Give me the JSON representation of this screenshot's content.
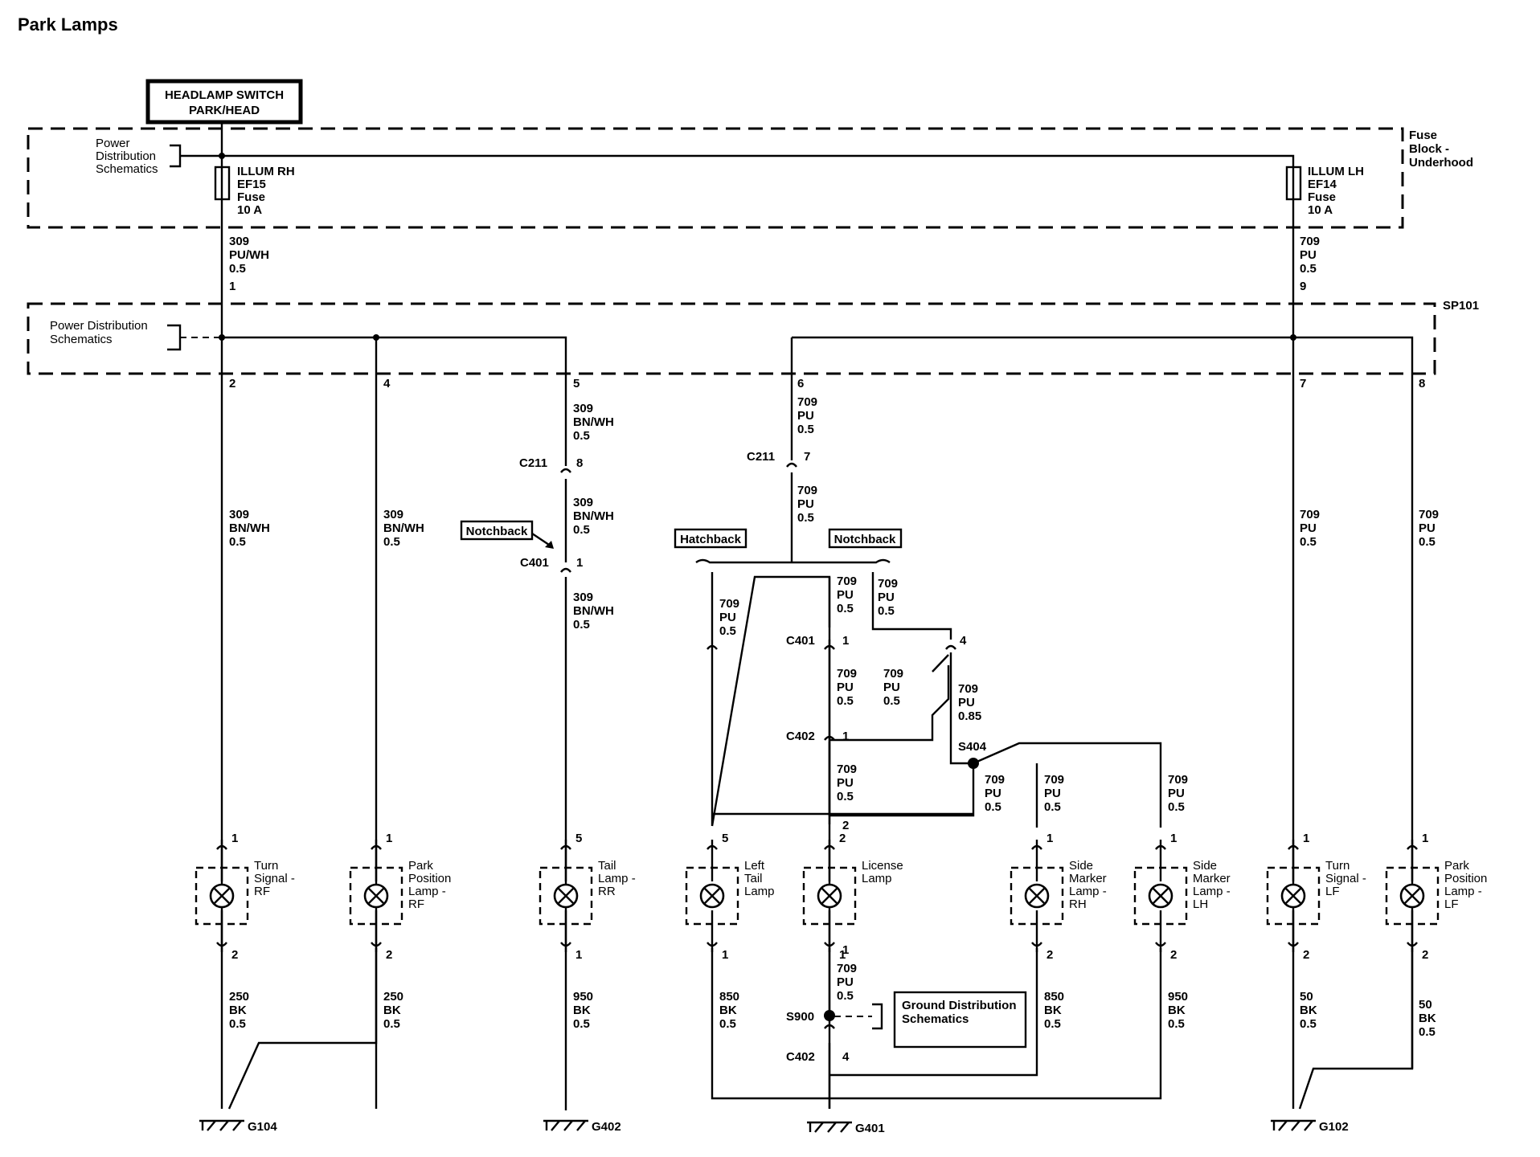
{
  "title": "Park Lamps",
  "headlamp_switch": [
    "HEADLAMP SWITCH",
    "PARK/HEAD"
  ],
  "fuse_block_label": [
    "Fuse",
    "Block -",
    "Underhood"
  ],
  "power_dist_top": [
    "Power",
    "Distribution",
    "Schematics"
  ],
  "power_dist_mid": [
    "Power Distribution",
    "Schematics"
  ],
  "splice_pack": "SP101",
  "ground_dist": [
    "Ground Distribution",
    "Schematics"
  ],
  "fuses": [
    {
      "id": "fuse-rh",
      "lines": [
        "ILLUM RH",
        "EF15",
        "Fuse",
        "10 A"
      ]
    },
    {
      "id": "fuse-lh",
      "lines": [
        "ILLUM LH",
        "EF14",
        "Fuse",
        "10 A"
      ]
    }
  ],
  "option_labels": {
    "notchback_left": "Notchback",
    "hatchback": "Hatchback",
    "notchback_right": "Notchback"
  },
  "splice_labels": {
    "s404": "S404",
    "s900": "S900"
  },
  "connector_labels": [
    {
      "text": "C211"
    },
    {
      "text": "C401"
    },
    {
      "text": "C211"
    },
    {
      "text": "C401"
    },
    {
      "text": "C402"
    },
    {
      "text": "C402"
    }
  ],
  "pin_labels": [
    {
      "text": "1"
    },
    {
      "text": "9"
    },
    {
      "text": "2"
    },
    {
      "text": "4"
    },
    {
      "text": "5"
    },
    {
      "text": "6"
    },
    {
      "text": "7"
    },
    {
      "text": "8"
    },
    {
      "text": "8"
    },
    {
      "text": "1"
    },
    {
      "text": "7"
    },
    {
      "text": "1"
    },
    {
      "text": "4"
    },
    {
      "text": "1"
    },
    {
      "text": "2"
    },
    {
      "text": "1"
    },
    {
      "text": "4"
    }
  ],
  "wire_labels": [
    {
      "lines": [
        "309",
        "PU/WH",
        "0.5"
      ]
    },
    {
      "lines": [
        "709",
        "PU",
        "0.5"
      ]
    },
    {
      "lines": [
        "309",
        "BN/WH",
        "0.5"
      ]
    },
    {
      "lines": [
        "709",
        "PU",
        "0.5"
      ]
    },
    {
      "lines": [
        "309",
        "BN/WH",
        "0.5"
      ]
    },
    {
      "lines": [
        "709",
        "PU",
        "0.5"
      ]
    },
    {
      "lines": [
        "309",
        "BN/WH",
        "0.5"
      ]
    },
    {
      "lines": [
        "309",
        "BN/WH",
        "0.5"
      ]
    },
    {
      "lines": [
        "309",
        "BN/WH",
        "0.5"
      ]
    },
    {
      "lines": [
        "709",
        "PU",
        "0.5"
      ]
    },
    {
      "lines": [
        "709",
        "PU",
        "0.5"
      ]
    },
    {
      "lines": [
        "709",
        "PU",
        "0.5"
      ]
    },
    {
      "lines": [
        "709",
        "PU",
        "0.5"
      ]
    },
    {
      "lines": [
        "709",
        "PU",
        "0.5"
      ]
    },
    {
      "lines": [
        "709",
        "PU",
        "0.5"
      ]
    },
    {
      "lines": [
        "709",
        "PU",
        "0.5"
      ]
    },
    {
      "lines": [
        "709",
        "PU",
        "0.85"
      ]
    },
    {
      "lines": [
        "709",
        "PU",
        "0.5"
      ]
    },
    {
      "lines": [
        "709",
        "PU",
        "0.5"
      ]
    },
    {
      "lines": [
        "709",
        "PU",
        "0.5"
      ]
    },
    {
      "lines": [
        "709",
        "PU",
        "0.5"
      ]
    },
    {
      "lines": [
        "709",
        "PU",
        "0.5"
      ]
    },
    {
      "lines": [
        "250",
        "BK",
        "0.5"
      ]
    },
    {
      "lines": [
        "250",
        "BK",
        "0.5"
      ]
    },
    {
      "lines": [
        "950",
        "BK",
        "0.5"
      ]
    },
    {
      "lines": [
        "850",
        "BK",
        "0.5"
      ]
    },
    {
      "lines": [
        "850",
        "BK",
        "0.5"
      ]
    },
    {
      "lines": [
        "950",
        "BK",
        "0.5"
      ]
    },
    {
      "lines": [
        "50",
        "BK",
        "0.5"
      ]
    },
    {
      "lines": [
        "50",
        "BK",
        "0.5"
      ]
    }
  ],
  "lamps": [
    {
      "name": [
        "Turn",
        "Signal -",
        "RF"
      ],
      "pin_top": "1",
      "pin_bottom": "2"
    },
    {
      "name": [
        "Park",
        "Position",
        "Lamp -",
        "RF"
      ],
      "pin_top": "1",
      "pin_bottom": "2"
    },
    {
      "name": [
        "Tail",
        "Lamp -",
        "RR"
      ],
      "pin_top": "5",
      "pin_bottom": "1"
    },
    {
      "name": [
        "Left",
        "Tail",
        "Lamp"
      ],
      "pin_top": "5",
      "pin_bottom": "1"
    },
    {
      "name": [
        "License",
        "Lamp"
      ],
      "pin_top": "2",
      "pin_bottom": "1"
    },
    {
      "name": [
        "Side",
        "Marker",
        "Lamp -",
        "RH"
      ],
      "pin_top": "1",
      "pin_bottom": "2"
    },
    {
      "name": [
        "Side",
        "Marker",
        "Lamp -",
        "LH"
      ],
      "pin_top": "1",
      "pin_bottom": "2"
    },
    {
      "name": [
        "Turn",
        "Signal -",
        "LF"
      ],
      "pin_top": "1",
      "pin_bottom": "2"
    },
    {
      "name": [
        "Park",
        "Position",
        "Lamp -",
        "LF"
      ],
      "pin_top": "1",
      "pin_bottom": "2"
    }
  ],
  "grounds": [
    "G104",
    "G402",
    "G401",
    "G102"
  ]
}
